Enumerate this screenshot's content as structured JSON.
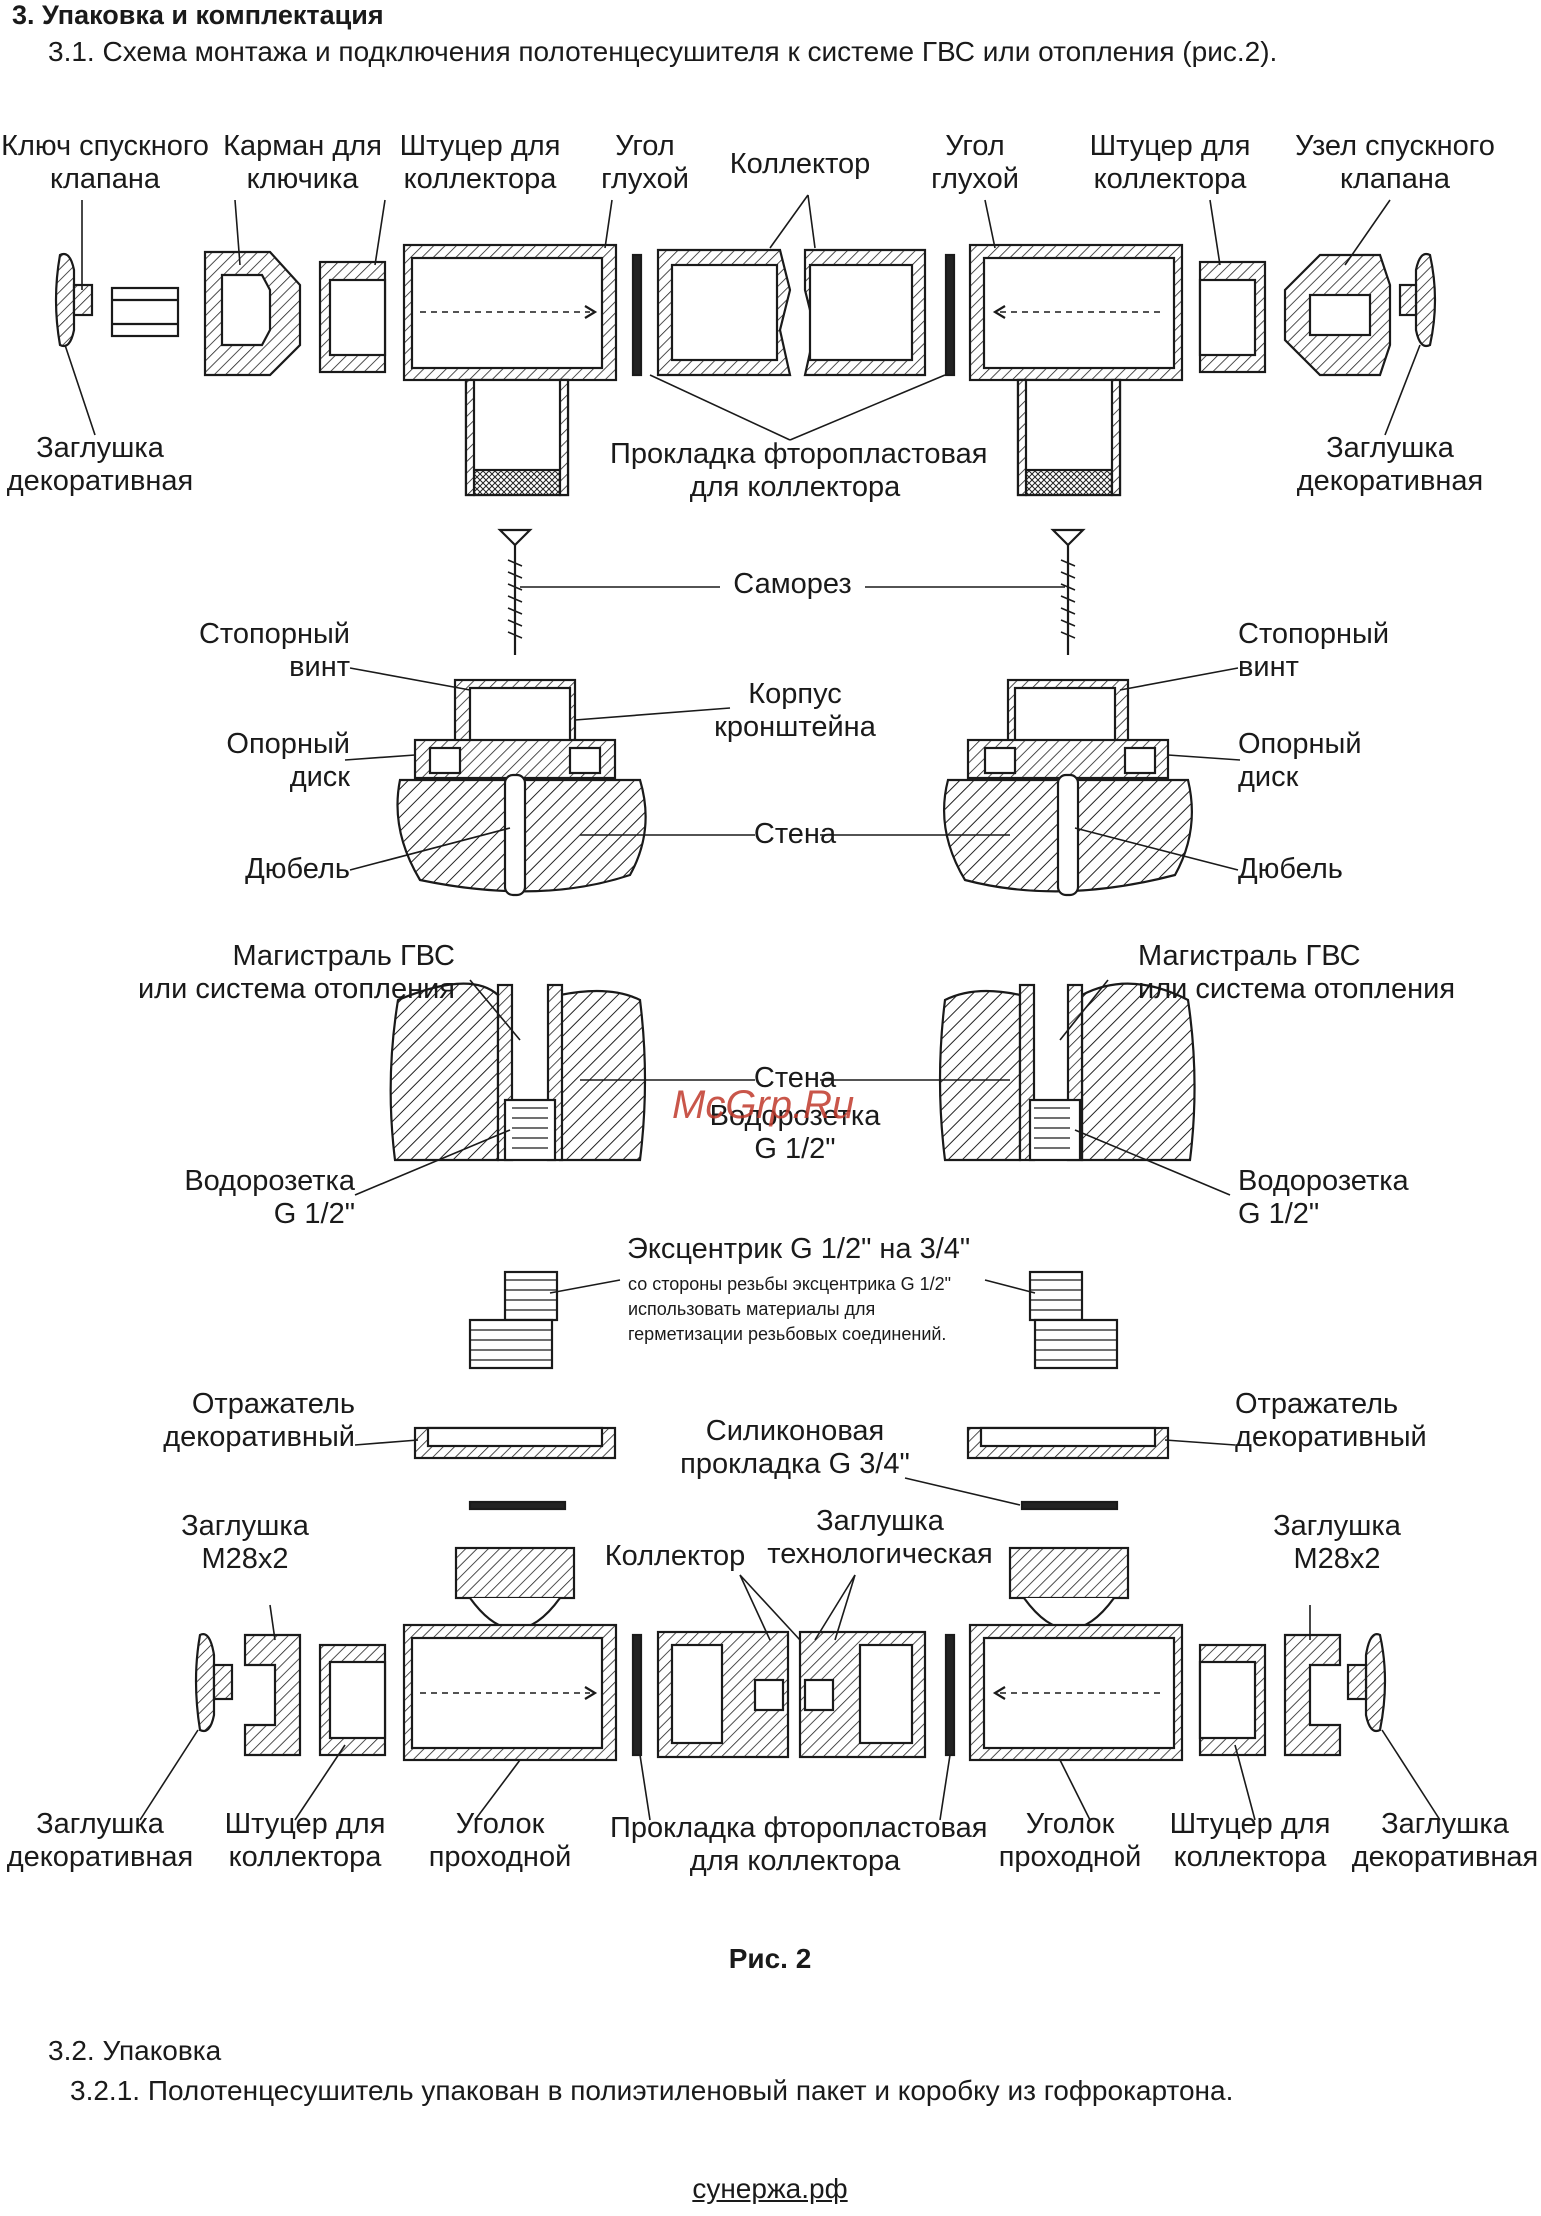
{
  "section": {
    "title": "3. Упаковка и комплектация",
    "sub": "3.1. Схема монтажа и подключения полотенцесушителя к системе  ГВС или отопления (рис.2)."
  },
  "labels": {
    "top_key1": "Ключ спускного",
    "top_key2": "клапана",
    "top_pocket1": "Карман для",
    "top_pocket2": "ключика",
    "top_shtucer_l1": "Штуцер для",
    "top_shtucer_l2": "коллектора",
    "top_angle_l1": "Угол",
    "top_angle_l2": "глухой",
    "top_collector": "Коллектор",
    "top_angle_r1": "Угол",
    "top_angle_r2": "глухой",
    "top_shtucer_r1": "Штуцер для",
    "top_shtucer_r2": "коллектора",
    "top_valve1": "Узел спускного",
    "top_valve2": "клапана",
    "plug_l1": "Заглушка",
    "plug_l2": "декоративная",
    "gasket1": "Прокладка фторопластовая",
    "gasket2": "для коллектора",
    "plug_r1": "Заглушка",
    "plug_r2": "декоративная",
    "screw": "Саморез",
    "stop_l1": "Стопорный",
    "stop_l2": "винт",
    "body1": "Корпус",
    "body2": "кронштейна",
    "stop_r1": "Стопорный",
    "stop_r2": "винт",
    "disc_l1": "Опорный",
    "disc_l2": "диск",
    "disc_r1": "Опорный",
    "disc_r2": "диск",
    "wall": "Стена",
    "dowel_l": "Дюбель",
    "dowel_r": "Дюбель",
    "main_l1": "Магистраль ГВС",
    "main_l2": "или система отопления",
    "main_r1": "Магистраль ГВС",
    "main_r2": "или система отопления",
    "wall2": "Стена",
    "socket_c1": "Водорозетка",
    "socket_c2": "G 1/2\"",
    "socket_l1": "Водорозетка",
    "socket_l2": "G 1/2\"",
    "socket_r1": "Водорозетка",
    "socket_r2": "G 1/2\"",
    "ecc_title": "Эксцентрик G 1/2\" на 3/4\"",
    "ecc_n1": "со стороны резьбы эксцентрика G 1/2\"",
    "ecc_n2": "использовать материалы для",
    "ecc_n3": "герметизации резьбовых соединений.",
    "refl_l1": "Отражатель",
    "refl_l2": "декоративный",
    "sil1": "Силиконовая",
    "sil2": "прокладка G 3/4\"",
    "refl_r1": "Отражатель",
    "refl_r2": "декоративный",
    "m28_l1": "Заглушка",
    "m28_l2": "М28х2",
    "bot_collector": "Коллектор",
    "tech1": "Заглушка",
    "tech2": "технологическая",
    "m28_r1": "Заглушка",
    "m28_r2": "М28х2",
    "b_plug_l1": "Заглушка",
    "b_plug_l2": "декоративная",
    "b_sht_l1": "Штуцер для",
    "b_sht_l2": "коллектора",
    "b_ang_l1": "Уголок",
    "b_ang_l2": "проходной",
    "b_gas1": "Прокладка фторопластовая",
    "b_gas2": "для коллектора",
    "b_ang_r1": "Уголок",
    "b_ang_r2": "проходной",
    "b_sht_r1": "Штуцер для",
    "b_sht_r2": "коллектора",
    "b_plug_r1": "Заглушка",
    "b_plug_r2": "декоративная"
  },
  "watermark": "McGrp.Ru",
  "figure": "Рис. 2",
  "pack": {
    "title": "3.2. Упаковка",
    "text": "3.2.1. Полотенцесушитель упакован в полиэтиленовый пакет и коробку из гофрокартона."
  },
  "footer": "сунержа.рф"
}
